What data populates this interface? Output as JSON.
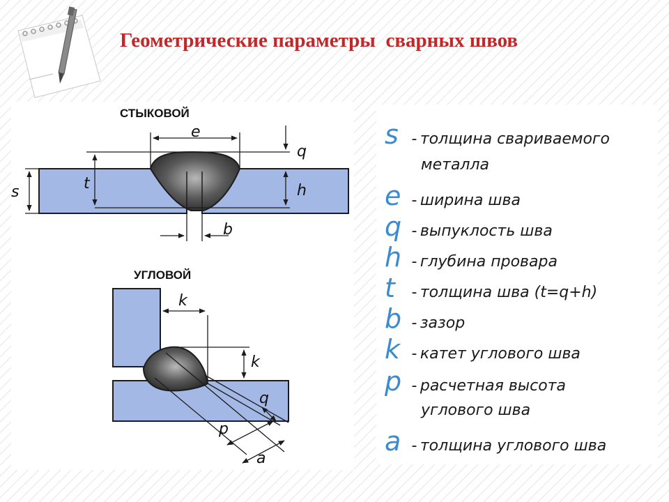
{
  "title": "Геометрические параметры  сварных швов",
  "diagram": {
    "butt_heading": "СТЫКОВОЙ",
    "fillet_heading": "УГЛОВОЙ",
    "labels": {
      "e": "e",
      "q": "q",
      "s": "s",
      "t": "t",
      "h": "h",
      "b": "b",
      "k": "k",
      "p": "p",
      "a": "a"
    },
    "colors": {
      "plate": "#a4b8e6",
      "bead": "#4a4a4a",
      "stroke": "#1c1c1c"
    }
  },
  "legend": [
    {
      "symbol": "s",
      "dash": "-",
      "text": "толщина свариваемого",
      "cont": "металла"
    },
    {
      "symbol": "e",
      "dash": "-",
      "text": "ширина шва"
    },
    {
      "symbol": "q",
      "dash": "-",
      "text": "выпуклость шва"
    },
    {
      "symbol": "h",
      "dash": "-",
      "text": "глубина провара"
    },
    {
      "symbol": "t",
      "dash": "-",
      "text": "толщина шва (t=q+h)"
    },
    {
      "symbol": "b",
      "dash": "-",
      "text": "зазор"
    },
    {
      "symbol": "k",
      "dash": "-",
      "text": "катет углового шва"
    },
    {
      "symbol": "p",
      "dash": "-",
      "text": "расчетная высота",
      "cont": "углового шва"
    },
    {
      "symbol": "a",
      "dash": "-",
      "text": "толщина углового шва"
    }
  ],
  "legend_color": "#3a8bd0"
}
